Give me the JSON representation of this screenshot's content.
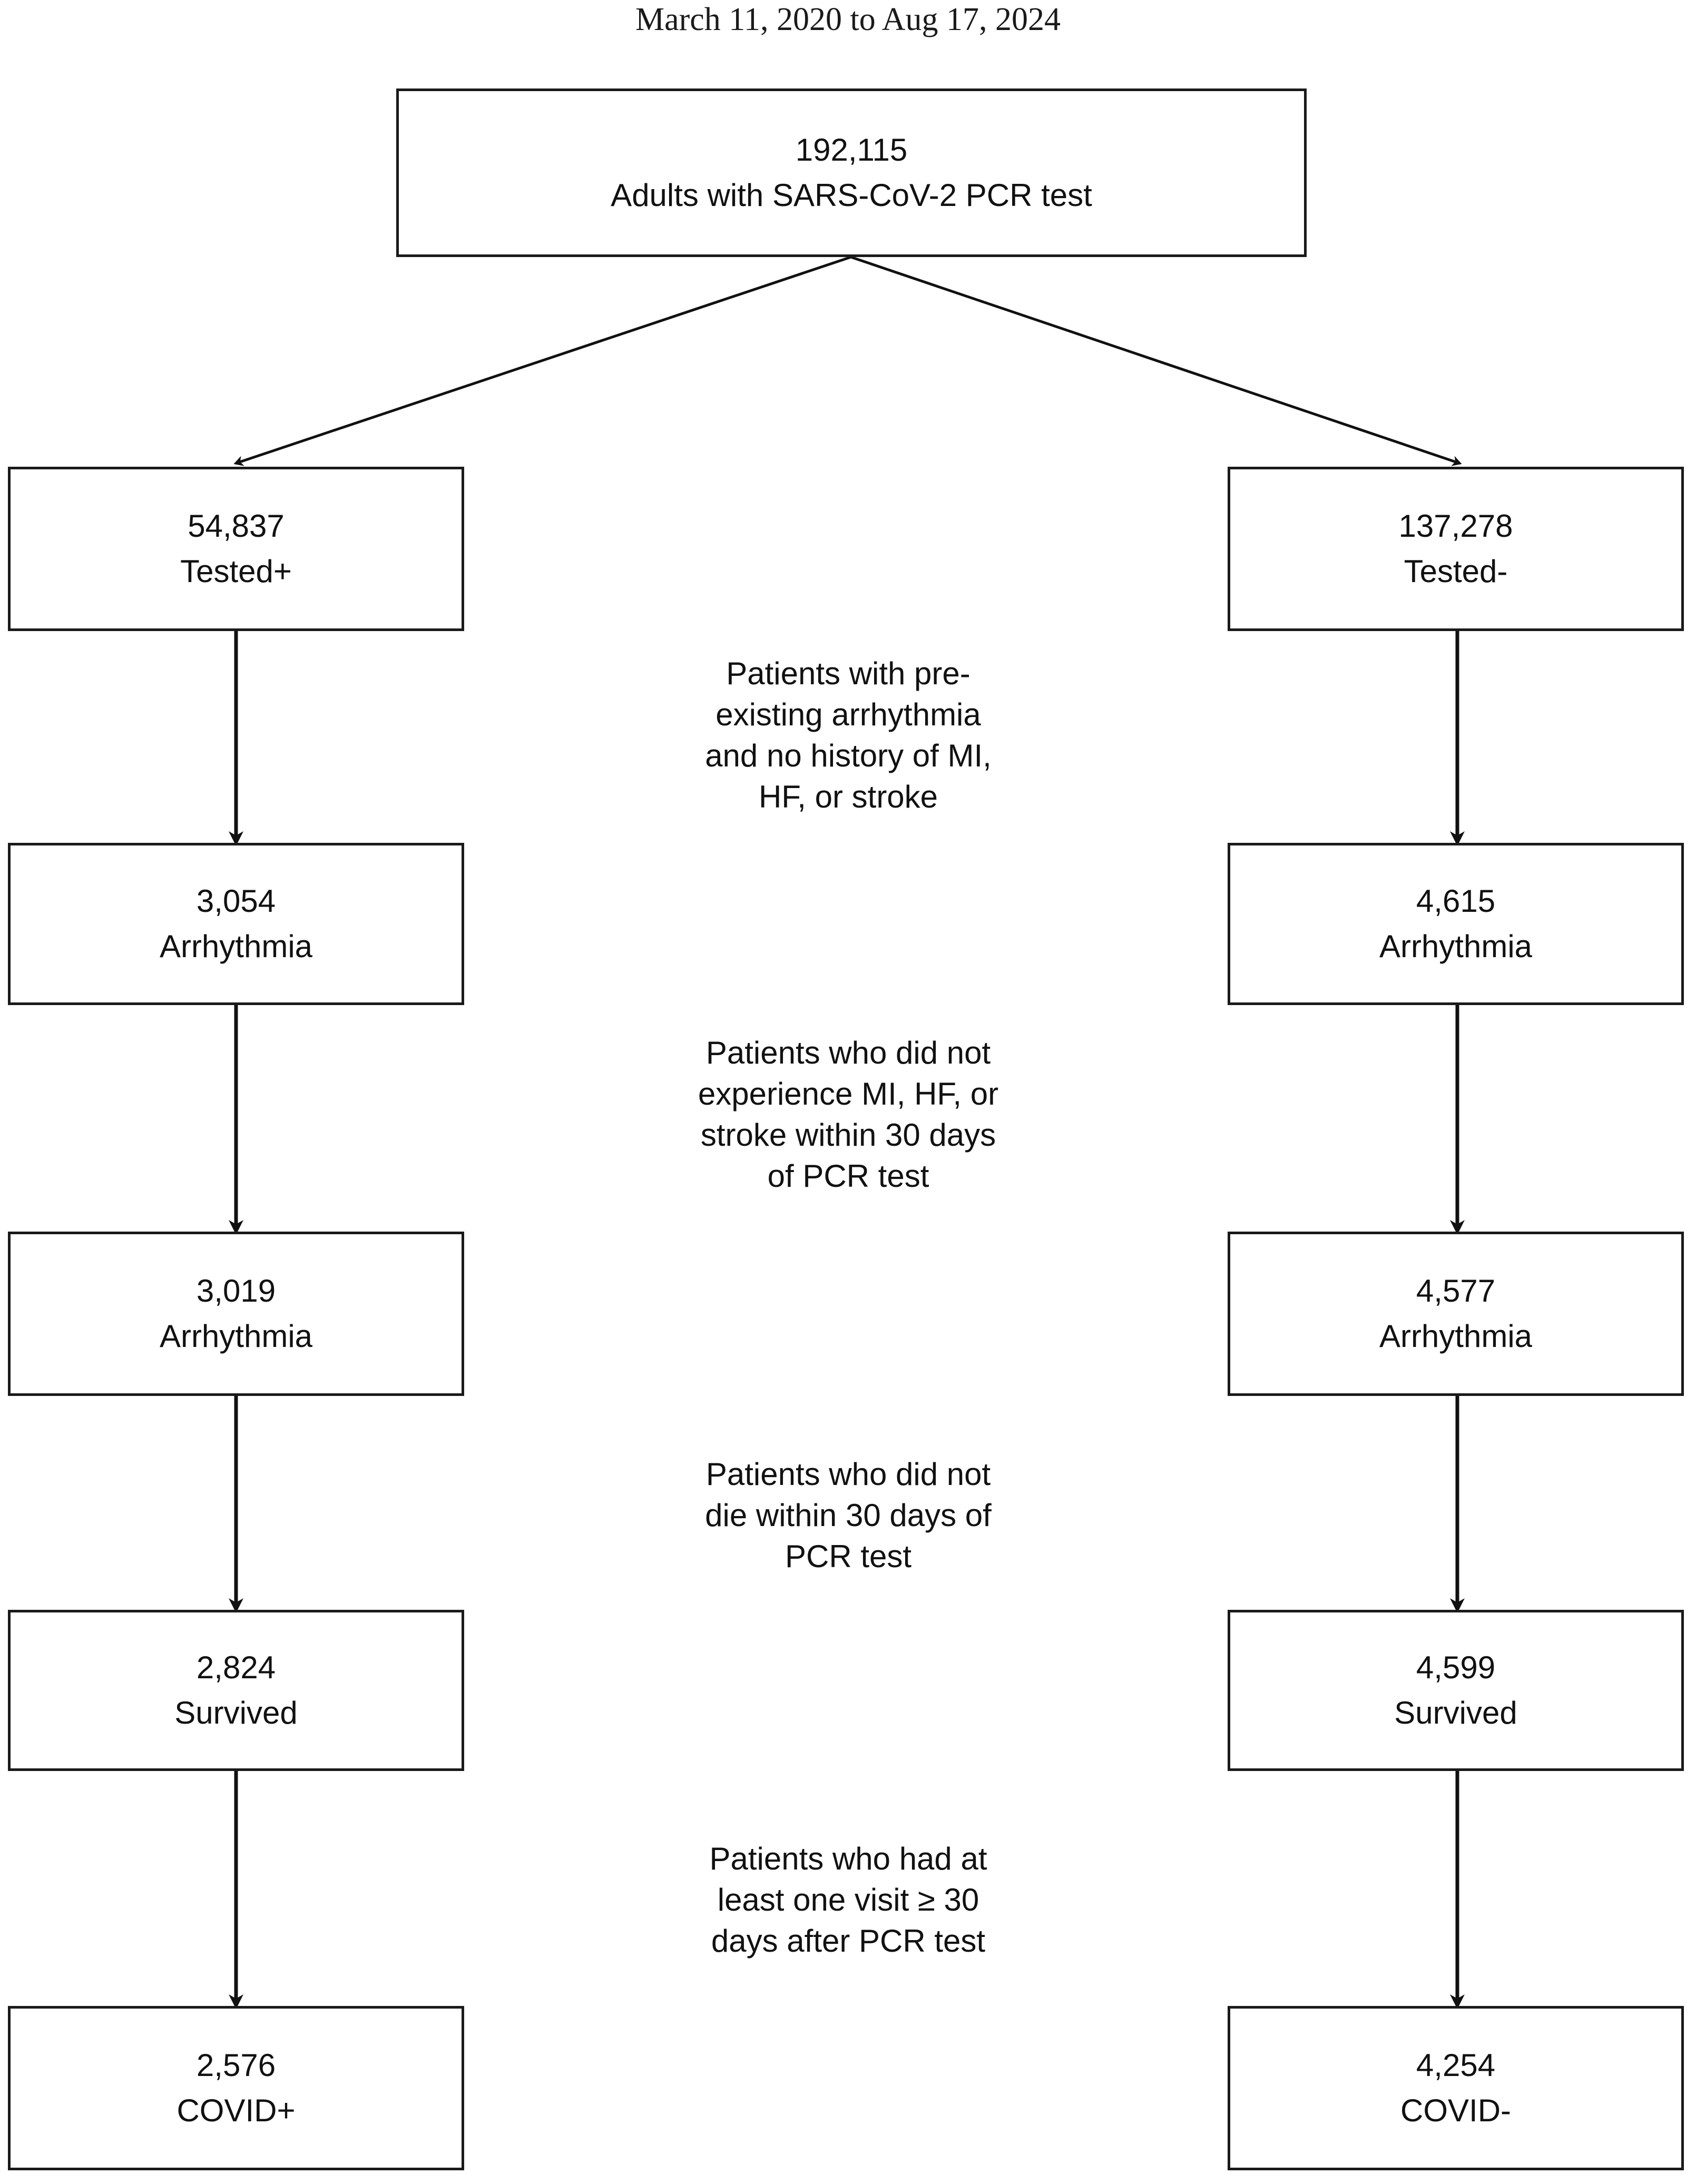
{
  "title": "March 11, 2020 to Aug 17, 2024",
  "nodes": {
    "root": {
      "count": "192,115",
      "label": "Adults with SARS-CoV-2 PCR test"
    },
    "left": [
      {
        "count": "54,837",
        "label": "Tested+"
      },
      {
        "count": "3,054",
        "label": "Arrhythmia"
      },
      {
        "count": "3,019",
        "label": "Arrhythmia"
      },
      {
        "count": "2,824",
        "label": "Survived"
      },
      {
        "count": "2,576",
        "label": "COVID+"
      }
    ],
    "right": [
      {
        "count": "137,278",
        "label": "Tested-"
      },
      {
        "count": "4,615",
        "label": "Arrhythmia"
      },
      {
        "count": "4,577",
        "label": "Arrhythmia"
      },
      {
        "count": "4,599",
        "label": "Survived"
      },
      {
        "count": "4,254",
        "label": "COVID-"
      }
    ]
  },
  "annotations": [
    {
      "lines": [
        "Patients with pre-",
        "existing arrhythmia",
        "and no history of MI,",
        "HF, or stroke"
      ]
    },
    {
      "lines": [
        "Patients who did not",
        "experience MI, HF, or",
        "stroke within 30 days",
        "of PCR test"
      ]
    },
    {
      "lines": [
        "Patients who did not",
        "die within 30 days of",
        "PCR test"
      ]
    },
    {
      "lines": [
        "Patients who had at",
        "least one visit ≥ 30",
        "days after PCR test"
      ]
    }
  ],
  "colors": {
    "stroke": "#1a1a1a",
    "text": "#111111",
    "background": "#ffffff"
  }
}
